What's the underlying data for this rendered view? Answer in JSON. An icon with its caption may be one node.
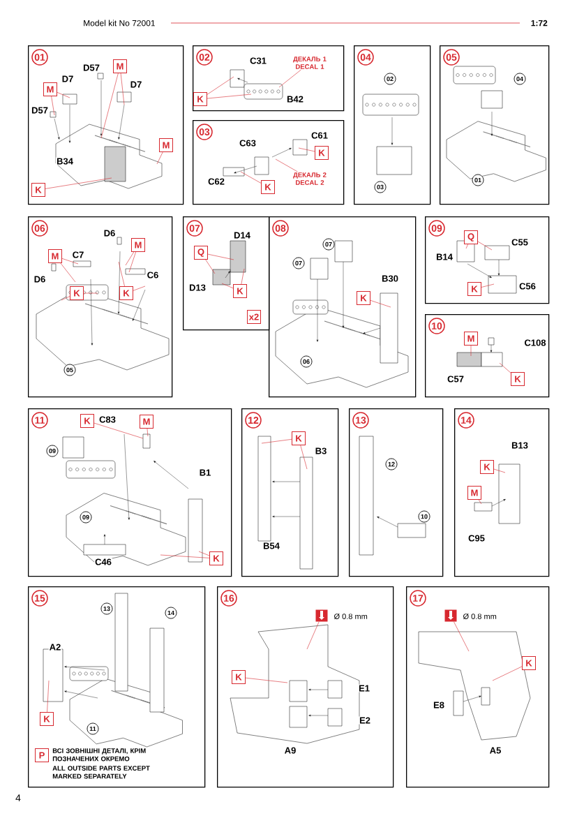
{
  "diagram": {
    "nodes": [
      {
        "text": [
          "01"
        ]
      },
      {
        "text": [
          "M"
        ],
        "in": 0
      },
      {
        "text": [
          "M"
        ],
        "in": 0
      },
      {
        "text": [
          "M"
        ],
        "in": 0
      },
      {
        "text": [
          "K"
        ],
        "in": 0
      },
      {
        "text": [
          "02"
        ]
      },
      {
        "text": [
          "K"
        ],
        "in": 5
      },
      {
        "text": [
          "ДЕКАЛЬ 1 DECAL 1"
        ],
        "in": 5
      },
      {
        "text": [
          "03"
        ]
      },
      {
        "text": [
          "K"
        ],
        "in": 8
      },
      {
        "text": [
          "K"
        ],
        "in": 8
      },
      {
        "text": [
          "ДЕКАЛЬ 2 DECAL 2"
        ],
        "in": 8
      },
      {
        "text": [
          "04"
        ]
      },
      {
        "text": [
          "05"
        ]
      },
      {
        "text": [
          "06"
        ]
      },
      {
        "text": [
          "M"
        ],
        "in": 14
      },
      {
        "text": [
          "K"
        ],
        "in": 14
      },
      {
        "text": [
          "M"
        ],
        "in": 14
      },
      {
        "text": [
          "K"
        ],
        "in": 14
      },
      {
        "text": [
          "07"
        ]
      },
      {
        "text": [
          "Q"
        ],
        "in": 19
      },
      {
        "text": [
          "K"
        ],
        "in": 19
      },
      {
        "text": [
          "x2"
        ],
        "in": 19
      },
      {
        "text": [
          "08"
        ]
      },
      {
        "text": [
          "K"
        ],
        "in": 23
      },
      {
        "text": [
          "09"
        ]
      },
      {
        "text": [
          "Q"
        ],
        "in": 25
      },
      {
        "text": [
          "K"
        ],
        "in": 25
      },
      {
        "text": [
          "10"
        ]
      },
      {
        "text": [
          "M"
        ],
        "in": 28
      },
      {
        "text": [
          "K"
        ],
        "in": 28
      },
      {
        "text": [
          "11"
        ]
      },
      {
        "text": [
          "M"
        ],
        "in": 31
      },
      {
        "text": [
          "K"
        ],
        "in": 31
      },
      {
        "text": [
          "K"
        ],
        "in": 31
      },
      {
        "text": [
          "12"
        ]
      },
      {
        "text": [
          "K"
        ],
        "in": 35
      },
      {
        "text": [
          "13"
        ]
      },
      {
        "text": [
          "14"
        ]
      },
      {
        "text": [
          "K"
        ],
        "in": 38
      },
      {
        "text": [
          "M"
        ],
        "in": 38
      },
      {
        "text": [
          "15"
        ]
      },
      {
        "text": [
          "K"
        ],
        "in": 41
      },
      {
        "text": [
          "P"
        ],
        "in": 41,
        "beside": [
          "ВСІ ЗОВНІШНІ ДЕТАЛІ, КРІМ ПОЗНАЧЕНИХ ОКРЕМО",
          "ALL OUTSIDE PARTS EXCEPT MARKED SEPARATELY"
        ]
      },
      {
        "text": [
          "16"
        ]
      },
      {
        "text": [],
        "shape": "box",
        "in": 44,
        "beside": [
          "Ø 0.8 mm"
        ]
      },
      {
        "text": [
          "K"
        ],
        "in": 44
      },
      {
        "text": [
          "17"
        ]
      },
      {
        "text": [],
        "shape": "box",
        "in": 47,
        "beside": [
          "Ø 0.8 mm"
        ]
      },
      {
        "text": [
          "K"
        ],
        "in": 47
      },
      {
        "text": [],
        "shape": "picture",
        "in": 0
      },
      {
        "text": [],
        "shape": "picture",
        "in": 5
      },
      {
        "text": [],
        "shape": "picture",
        "in": 8
      },
      {
        "text": [],
        "shape": "picture",
        "in": 12
      },
      {
        "text": [],
        "shape": "picture",
        "in": 13
      },
      {
        "text": [],
        "shape": "picture",
        "in": 14
      },
      {
        "text": [],
        "shape": "picture",
        "in": 19
      },
      {
        "text": [],
        "shape": "picture",
        "in": 23
      },
      {
        "text": [],
        "shape": "picture",
        "in": 25
      },
      {
        "text": [],
        "shape": "picture",
        "in": 28
      },
      {
        "text": [],
        "shape": "picture",
        "in": 31
      },
      {
        "text": [],
        "shape": "picture",
        "in": 35
      },
      {
        "text": [],
        "shape": "picture",
        "in": 37
      },
      {
        "text": [],
        "shape": "picture",
        "in": 38
      },
      {
        "text": [],
        "shape": "picture",
        "in": 41
      },
      {
        "text": [],
        "shape": "picture",
        "in": 44
      },
      {
        "text": [],
        "shape": "picture",
        "in": 47
      }
    ],
    "edges": [
      {
        "from": 1,
        "to": 50,
        "arrow": "none"
      },
      {
        "from": 1,
        "to": 50,
        "arrow": "none"
      },
      {
        "from": 2,
        "to": 50,
        "arrow": "none"
      },
      {
        "from": 2,
        "to": 50,
        "arrow": "none"
      },
      {
        "from": 3,
        "to": 50,
        "arrow": "none"
      },
      {
        "from": 4,
        "to": 50,
        "arrow": "none"
      },
      {
        "from": 6,
        "to": 51,
        "arrow": "none"
      },
      {
        "from": 6,
        "to": 51,
        "arrow": "none"
      },
      {
        "from": 7,
        "to": 51,
        "arrow": "none"
      },
      {
        "from": 9,
        "to": 52,
        "arrow": "none"
      },
      {
        "from": 10,
        "to": 52,
        "arrow": "none"
      },
      {
        "from": 11,
        "to": 52,
        "arrow": "none"
      },
      {
        "from": 15,
        "to": 55,
        "arrow": "none"
      },
      {
        "from": 15,
        "to": 55,
        "arrow": "none"
      },
      {
        "from": 16,
        "to": 55,
        "arrow": "none"
      },
      {
        "from": 16,
        "to": 55,
        "arrow": "none"
      },
      {
        "from": 17,
        "to": 55,
        "arrow": "none"
      },
      {
        "from": 17,
        "to": 55,
        "arrow": "none"
      },
      {
        "from": 18,
        "to": 55,
        "arrow": "none"
      },
      {
        "from": 18,
        "to": 55,
        "arrow": "none"
      },
      {
        "from": 20,
        "to": 56,
        "arrow": "none"
      },
      {
        "from": 20,
        "to": 56,
        "arrow": "none"
      },
      {
        "from": 21,
        "to": 56,
        "arrow": "none"
      },
      {
        "from": 21,
        "to": 56,
        "arrow": "none"
      },
      {
        "from": 24,
        "to": 57,
        "arrow": "none"
      },
      {
        "from": 26,
        "to": 58,
        "arrow": "none"
      },
      {
        "from": 26,
        "to": 58,
        "arrow": "none"
      },
      {
        "from": 27,
        "to": 58,
        "arrow": "none"
      },
      {
        "from": 29,
        "to": 59,
        "arrow": "none"
      },
      {
        "from": 30,
        "to": 59,
        "arrow": "none"
      },
      {
        "from": 32,
        "to": 60,
        "arrow": "none"
      },
      {
        "from": 33,
        "to": 60,
        "arrow": "none"
      },
      {
        "from": 34,
        "to": 60,
        "arrow": "none"
      },
      {
        "from": 34,
        "to": 60,
        "arrow": "none"
      },
      {
        "from": 36,
        "to": 61,
        "arrow": "none"
      },
      {
        "from": 36,
        "to": 61,
        "arrow": "none"
      },
      {
        "from": 39,
        "to": 63,
        "arrow": "none"
      },
      {
        "from": 40,
        "to": 63,
        "arrow": "none"
      },
      {
        "from": 42,
        "to": 64,
        "arrow": "none"
      },
      {
        "from": 45,
        "to": 65,
        "arrow": "none"
      },
      {
        "from": 46,
        "to": 65,
        "arrow": "none"
      },
      {
        "from": 48,
        "to": 66,
        "arrow": "none"
      },
      {
        "from": 49,
        "to": 66,
        "arrow": "none"
      }
    ],
    "labels": [
      "Model kit No 72001",
      "1:72",
      "D57",
      "D7",
      "D7",
      "D57",
      "B34",
      "C31",
      "B42",
      "C63",
      "C61",
      "C62",
      "02",
      "03",
      "04",
      "01",
      "D6",
      "C7",
      "D6",
      "C6",
      "05",
      "D14",
      "D13",
      "07",
      "07",
      "B30",
      "06",
      "C55",
      "B14",
      "C56",
      "C108",
      "C57",
      "C83",
      "09",
      "B1",
      "09",
      "C46",
      "B3",
      "B54",
      "12",
      "10",
      "B13",
      "C95",
      "13",
      "14",
      "A2",
      "11",
      "E1",
      "E2",
      "A9",
      "E8",
      "A5",
      "4"
    ]
  }
}
